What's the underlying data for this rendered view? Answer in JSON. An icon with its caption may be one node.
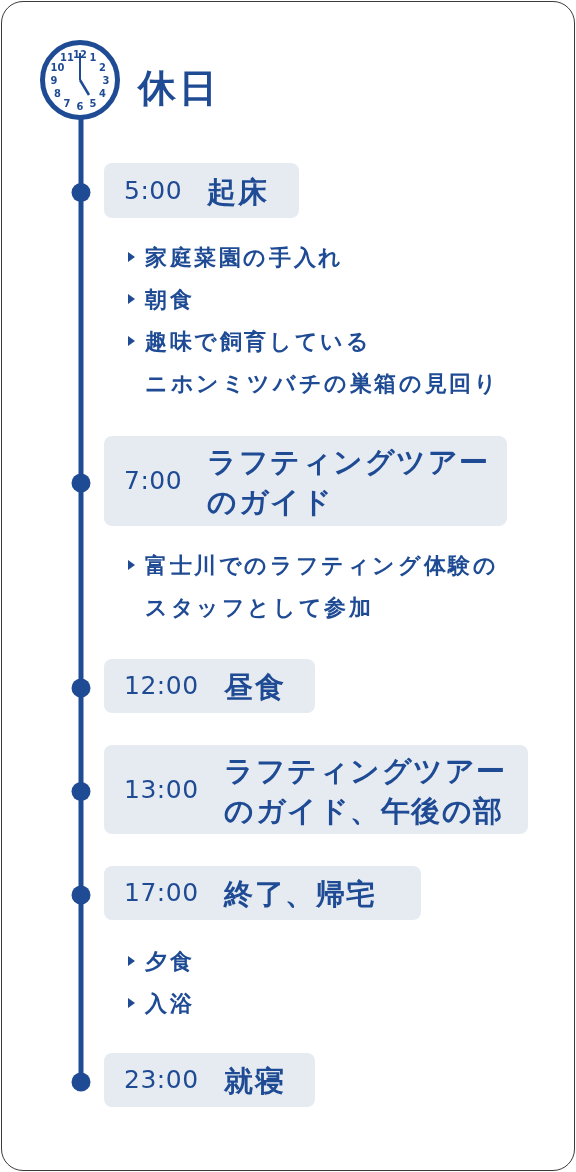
{
  "diagram": {
    "title": "休日",
    "nodes": [
      {
        "text": [
          "5:00",
          "起床"
        ],
        "beside": [
          "家庭菜園の手入れ",
          "朝食",
          "趣味で飼育しているニホンミツバチの巣箱の見回り"
        ]
      },
      {
        "text": [
          "7:00",
          "ラフティングツアーのガイド"
        ],
        "beside": [
          "富士川でのラフティング体験のスタッフとして参加"
        ]
      },
      {
        "text": [
          "12:00",
          "昼食"
        ]
      },
      {
        "text": [
          "13:00",
          "ラフティングツアーのガイド、午後の部"
        ]
      },
      {
        "text": [
          "17:00",
          "終了、帰宅"
        ],
        "beside": [
          "夕食",
          "入浴"
        ]
      },
      {
        "text": [
          "23:00",
          "就寝"
        ]
      }
    ],
    "labels": [
      "12",
      "1",
      "2",
      "3",
      "4",
      "5",
      "6",
      "7",
      "8",
      "9",
      "10",
      "11"
    ]
  }
}
